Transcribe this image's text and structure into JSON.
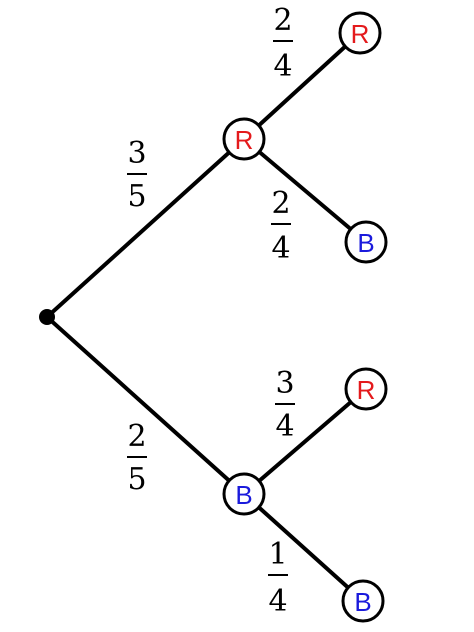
{
  "tree": {
    "colors": {
      "red": "#e41a1c",
      "blue": "#1a1adc",
      "line": "#000000"
    },
    "root": {
      "children": [
        {
          "label": "R",
          "color": "red",
          "probability": {
            "numerator": "3",
            "denominator": "5"
          },
          "children": [
            {
              "label": "R",
              "color": "red",
              "probability": {
                "numerator": "2",
                "denominator": "4"
              }
            },
            {
              "label": "B",
              "color": "blue",
              "probability": {
                "numerator": "2",
                "denominator": "4"
              }
            }
          ]
        },
        {
          "label": "B",
          "color": "blue",
          "probability": {
            "numerator": "2",
            "denominator": "5"
          },
          "children": [
            {
              "label": "R",
              "color": "red",
              "probability": {
                "numerator": "3",
                "denominator": "4"
              }
            },
            {
              "label": "B",
              "color": "blue",
              "probability": {
                "numerator": "1",
                "denominator": "4"
              }
            }
          ]
        }
      ]
    }
  }
}
